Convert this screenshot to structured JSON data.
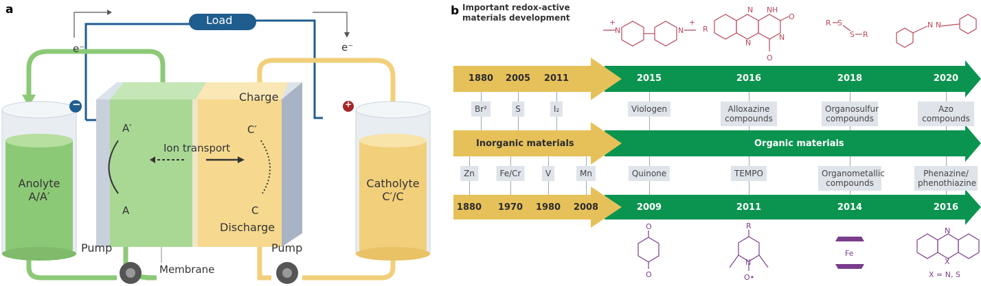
{
  "panel_a": {
    "letter": "a",
    "load": "Load",
    "electron_left": "e⁻",
    "electron_right": "e⁻",
    "negative": "−",
    "positive": "+",
    "charge": "Charge",
    "discharge": "Discharge",
    "a_prime": "A′",
    "a": "A",
    "c_prime": "C′",
    "c": "C",
    "ion_transport": "Ion transport",
    "anolyte": [
      "Anolyte",
      "A/A′"
    ],
    "catholyte": [
      "Catholyte",
      "C′/C"
    ],
    "pump_left": "Pump",
    "pump_right": "Pump",
    "membrane": "Membrane",
    "colors": {
      "load": "#1f5d8f",
      "green": "#8cc977",
      "yellow": "#f2cf7a"
    }
  },
  "panel_b": {
    "letter": "b",
    "title": [
      "Important redox-active",
      "materials development"
    ],
    "band_middle": {
      "inorganic": "Inorganic materials",
      "organic": "Organic materials"
    },
    "top_years": [
      "1880",
      "2005",
      "2011",
      "2015",
      "2016",
      "2018",
      "2020"
    ],
    "top_materials": [
      "Br²",
      "S",
      "I₂",
      "Viologen",
      "Alloxazine compounds",
      "Organosulfur compounds",
      "Azo compounds"
    ],
    "bottom_materials": [
      "Zn",
      "Fe/Cr",
      "V",
      "Mn",
      "Quinone",
      "TEMPO",
      "Organometallic compounds",
      "Phenazine/ phenothiazine"
    ],
    "bottom_years": [
      "1880",
      "1970",
      "1980",
      "2008",
      "2009",
      "2011",
      "2014",
      "2016"
    ],
    "structure_atoms": {
      "viologen": [
        "N",
        "N",
        "+",
        "+"
      ],
      "alloxazine": [
        "N",
        "N",
        "H",
        "N",
        "N",
        "O",
        "O",
        "R"
      ],
      "organosulfur": [
        "R",
        "S",
        "S",
        "R"
      ],
      "azo": [
        "N",
        "N"
      ],
      "quinone": [
        "O",
        "O"
      ],
      "tempo": [
        "R",
        "N",
        "O•"
      ],
      "ferrocene": [
        "Fe"
      ],
      "phenazine": [
        "N",
        "X"
      ]
    },
    "phenazine_caption": "X = N, S",
    "colors": {
      "gold": "#e6c15a",
      "green": "#0b9450",
      "box": "#dfe3ea",
      "chem_red": "#b5485a",
      "chem_purple": "#7a3d8c"
    }
  }
}
